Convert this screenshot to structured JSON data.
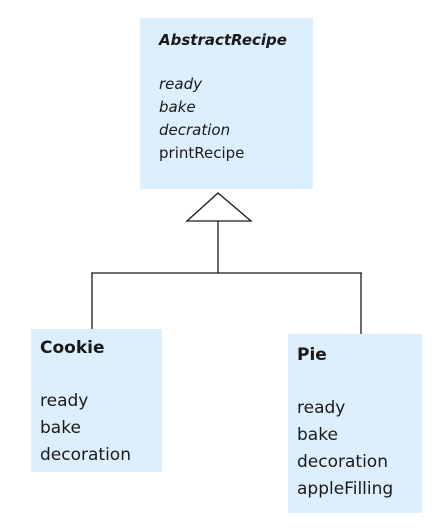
{
  "abstract_class": {
    "name": "AbstractRecipe",
    "methods": [
      "ready",
      "bake",
      "decration",
      "printRecipe"
    ]
  },
  "subclasses": [
    {
      "name": "Cookie",
      "methods": [
        "ready",
        "bake",
        "decoration"
      ]
    },
    {
      "name": "Pie",
      "methods": [
        "ready",
        "bake",
        "decoration",
        "appleFilling"
      ]
    }
  ],
  "colors": {
    "box_fill": "#ddeefc",
    "line": "#1a1a1a"
  }
}
